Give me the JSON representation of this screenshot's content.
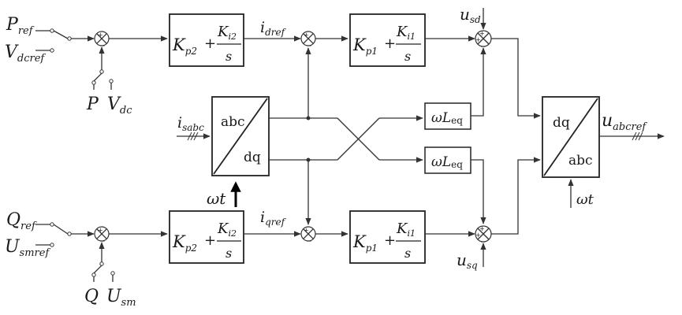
{
  "signals": {
    "p_ref": {
      "main": "P",
      "sub": "ref"
    },
    "v_dcref": {
      "main": "V",
      "sub": "dcref"
    },
    "p": {
      "main": "P",
      "sub": ""
    },
    "v_dc": {
      "main": "V",
      "sub": "dc"
    },
    "q_ref": {
      "main": "Q",
      "sub": "ref"
    },
    "u_smref": {
      "main": "U",
      "sub": "smref"
    },
    "q": {
      "main": "Q",
      "sub": ""
    },
    "u_sm": {
      "main": "U",
      "sub": "sm"
    },
    "i_dref": {
      "main": "i",
      "sub": "dref"
    },
    "i_qref": {
      "main": "i",
      "sub": "qref"
    },
    "i_sabc": {
      "main": "i",
      "sub": "sabc"
    },
    "u_sd": {
      "main": "u",
      "sub": "sd"
    },
    "u_sq": {
      "main": "u",
      "sub": "sq"
    },
    "u_abcref": {
      "main": "u",
      "sub": "abcref"
    },
    "omega_t_left": "ωt",
    "omega_t_right": "ωt"
  },
  "controllers": {
    "outer": {
      "kp": "K",
      "kp_sub": "p2",
      "plus": "+",
      "ki": "K",
      "ki_sub": "i2",
      "s": "s"
    },
    "inner": {
      "kp": "K",
      "kp_sub": "p1",
      "plus": "+",
      "ki": "K",
      "ki_sub": "i1",
      "s": "s"
    }
  },
  "transforms": {
    "abc_dq": {
      "top": "abc",
      "bottom": "dq"
    },
    "dq_abc": {
      "top": "dq",
      "bottom": "abc"
    }
  },
  "decoupling": {
    "omega": "ω",
    "L": "L",
    "sub": "eq"
  },
  "sum_signs": {
    "plus": "+",
    "minus": "−"
  }
}
